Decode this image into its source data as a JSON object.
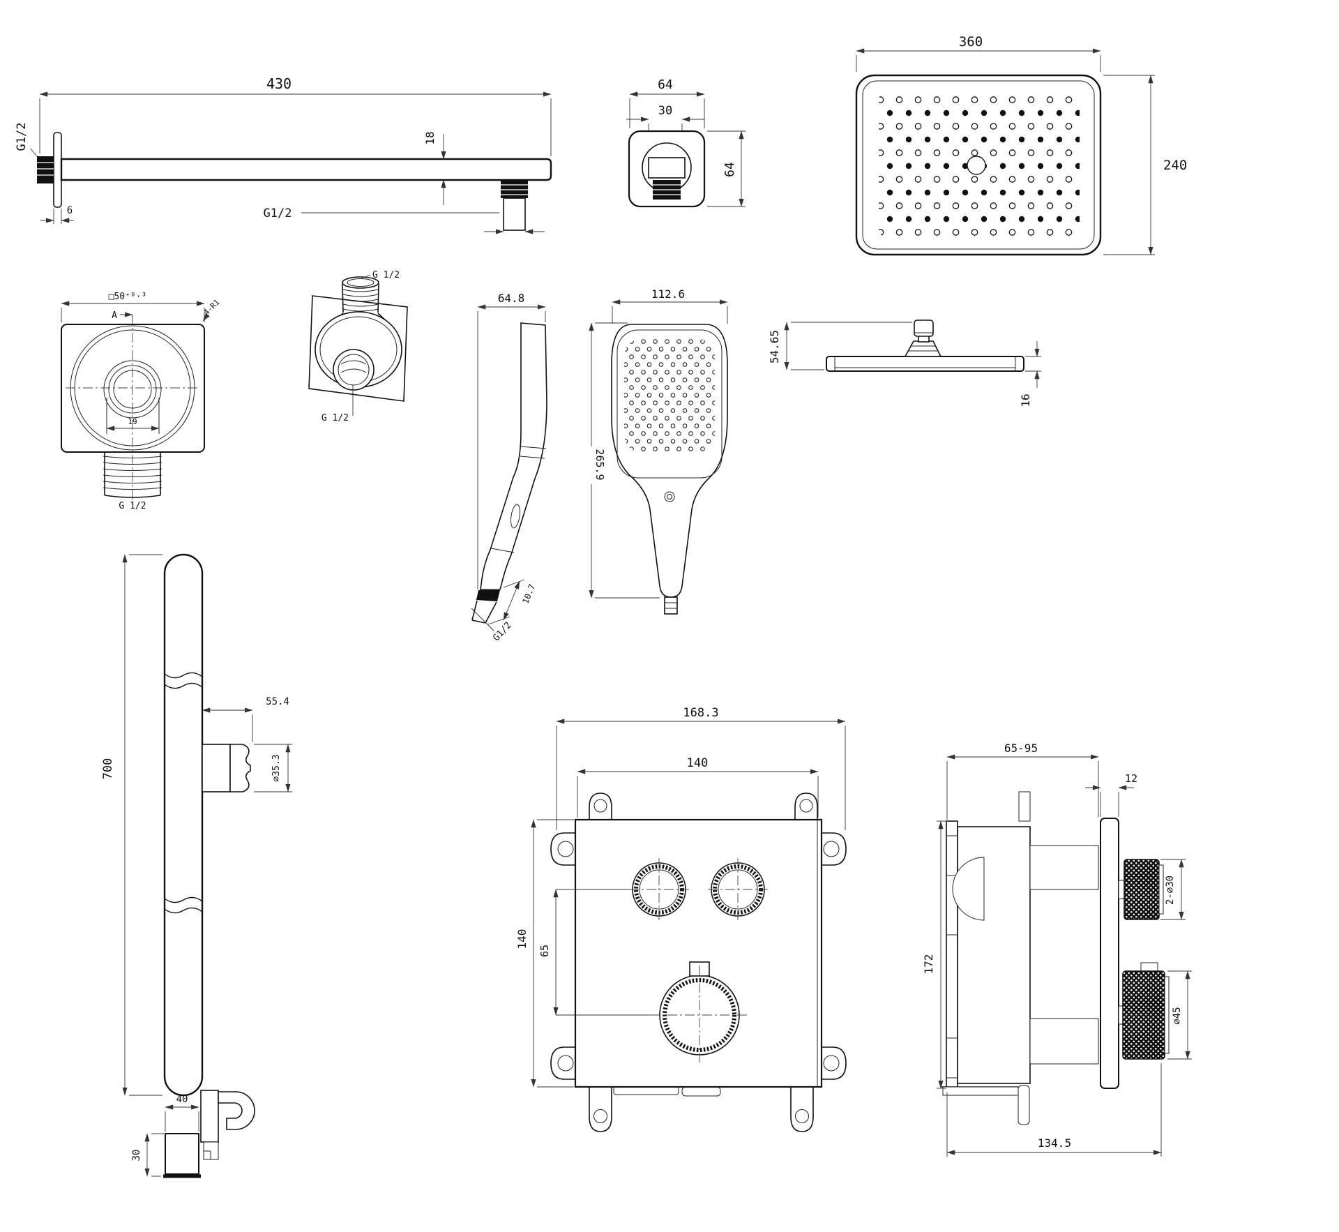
{
  "drawing": {
    "background": "#ffffff",
    "line_color": "#111111",
    "type": "shower-system-technical-drawing"
  },
  "components": {
    "shower_arm": {
      "length_dim": "430",
      "wall_thread": "G1/2",
      "arm_height_dim": "18",
      "flange_thickness_dim": "6",
      "outlet_thread": "G1/2"
    },
    "wall_union_front": {
      "width_dim": "64",
      "ball_dim": "30",
      "height_dim": "64"
    },
    "head_face": {
      "width_dim": "360",
      "height_dim": "240"
    },
    "wall_outlet_front": {
      "plate_dim": "□50⁺⁰·³",
      "section_label": "A",
      "corner_radius_dim": "4-R1",
      "bore_dim": "19",
      "thread": "G 1/2"
    },
    "wall_outlet_iso": {
      "top_thread": "G 1/2",
      "front_thread": "G 1/2"
    },
    "hand_shower_side": {
      "depth_dim": "64.8",
      "tip_dim": "10.7",
      "thread": "G1/2"
    },
    "hand_shower_front": {
      "width_dim": "112.6",
      "height_dim": "265.9"
    },
    "head_side": {
      "height_dim": "54.65",
      "edge_dim": "16"
    },
    "slide_bar": {
      "length_dim": "700",
      "holder_offset_dim": "55.4",
      "holder_dia_dim": "∅35.3"
    },
    "holder_bracket": {
      "width_dim": "40",
      "height_dim": "30"
    },
    "valve_front": {
      "overall_width_dim": "168.3",
      "body_width_dim": "140",
      "body_height_dim": "140",
      "knob_offset_dim": "65"
    },
    "valve_side": {
      "depth_range_dim": "65-95",
      "plate_thickness_dim": "12",
      "small_knobs_dim": "2-∅30",
      "big_knob_dim": "∅45",
      "height_dim": "172",
      "total_depth_dim": "134.5"
    }
  }
}
